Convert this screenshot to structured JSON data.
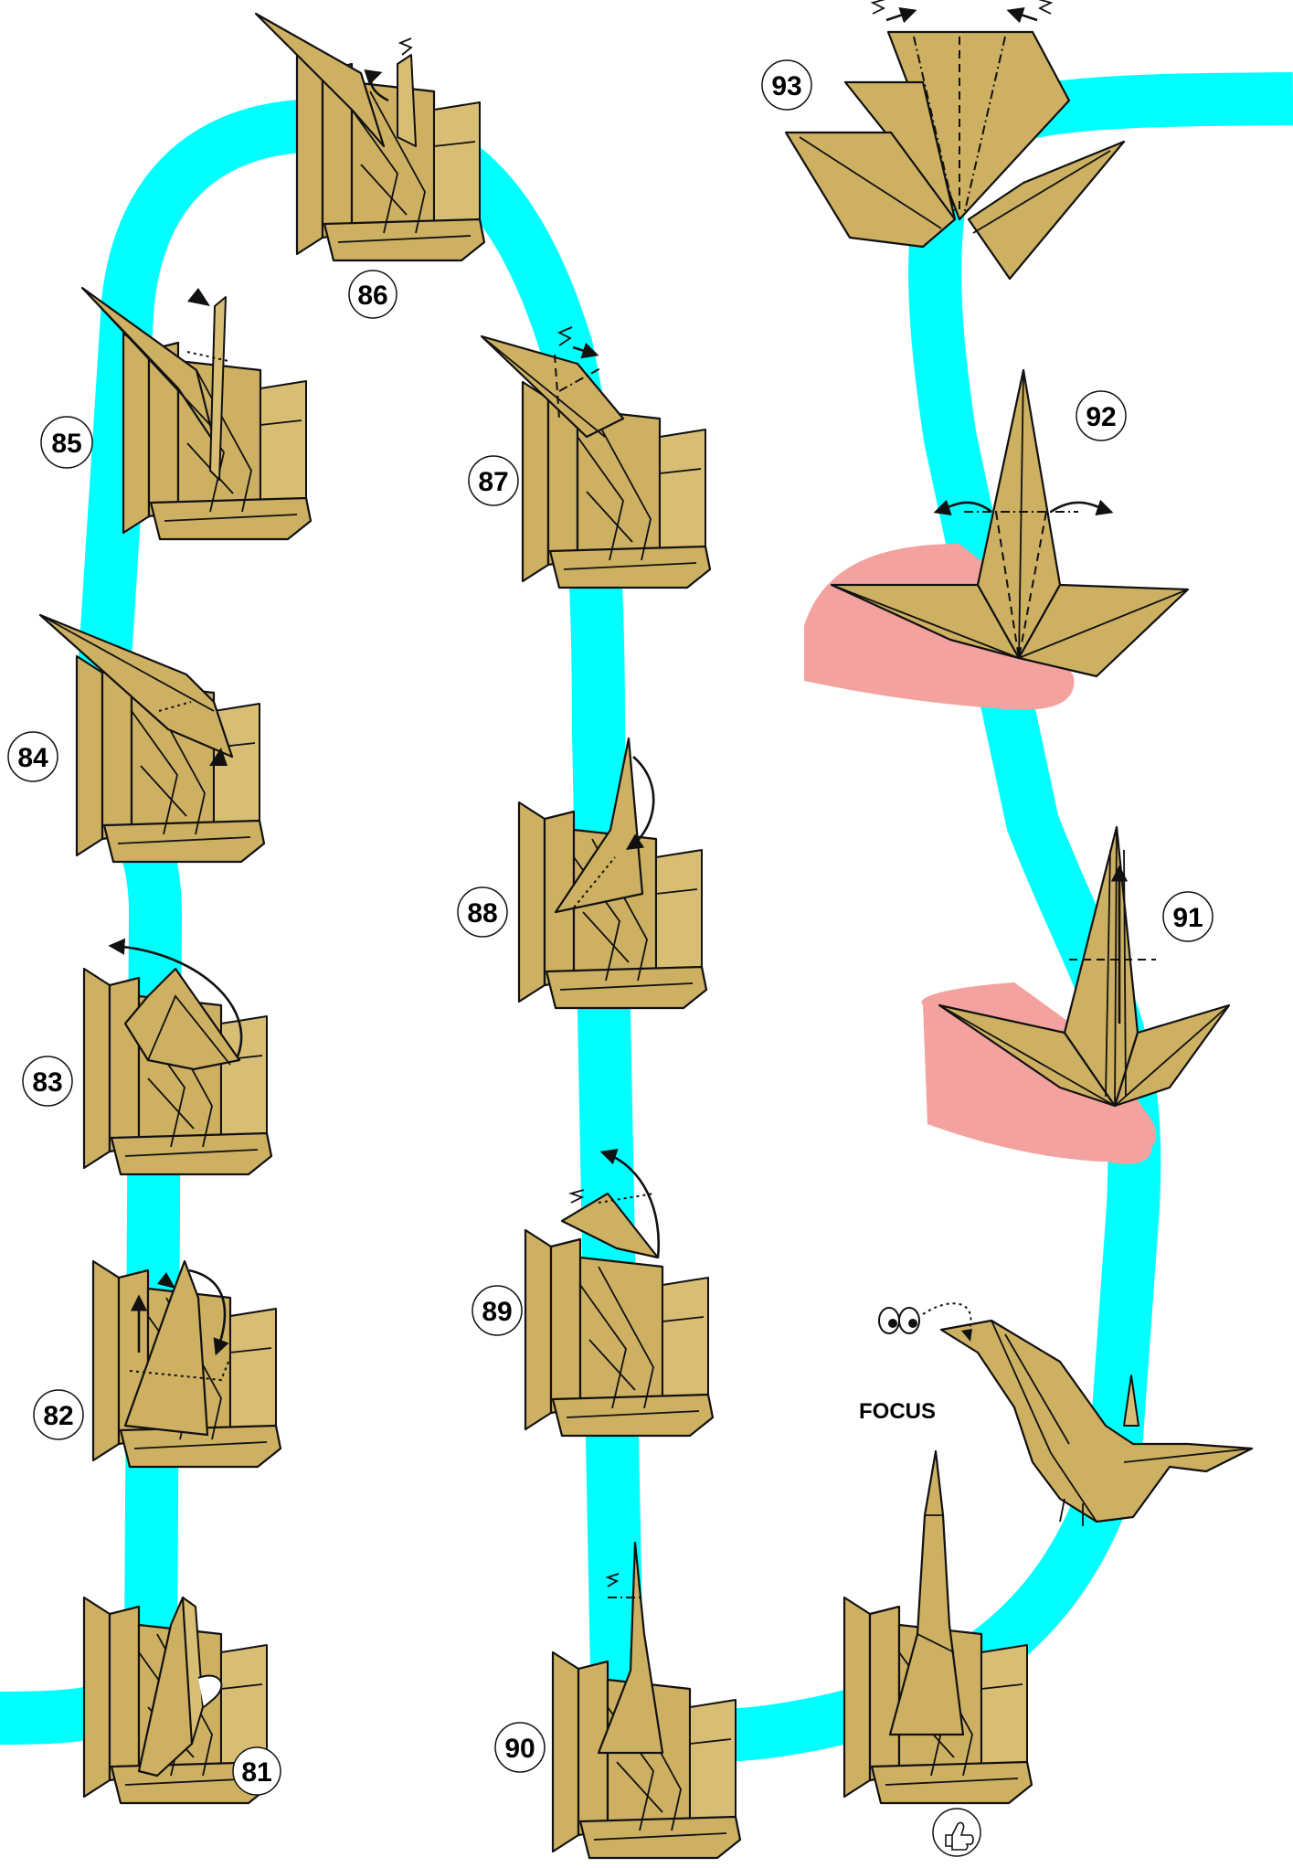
{
  "steps": [
    {
      "id": "81",
      "label": "81"
    },
    {
      "id": "82",
      "label": "82"
    },
    {
      "id": "83",
      "label": "83"
    },
    {
      "id": "84",
      "label": "84"
    },
    {
      "id": "85",
      "label": "85"
    },
    {
      "id": "86",
      "label": "86"
    },
    {
      "id": "87",
      "label": "87"
    },
    {
      "id": "88",
      "label": "88"
    },
    {
      "id": "89",
      "label": "89"
    },
    {
      "id": "90",
      "label": "90"
    },
    {
      "id": "91",
      "label": "91"
    },
    {
      "id": "92",
      "label": "92"
    },
    {
      "id": "93",
      "label": "93"
    }
  ],
  "focus_label": "FOCUS",
  "colors": {
    "path": "#00ffff",
    "paper": "#cdb062",
    "paper_light": "#d8be74",
    "hand": "#f4a2a0",
    "outline": "#111111"
  },
  "icons": [
    "eyes-icon",
    "thumbs-up-icon",
    "valley-fold-arrow-icon",
    "mountain-fold-arrow-icon",
    "sink-arrowhead-icon"
  ]
}
